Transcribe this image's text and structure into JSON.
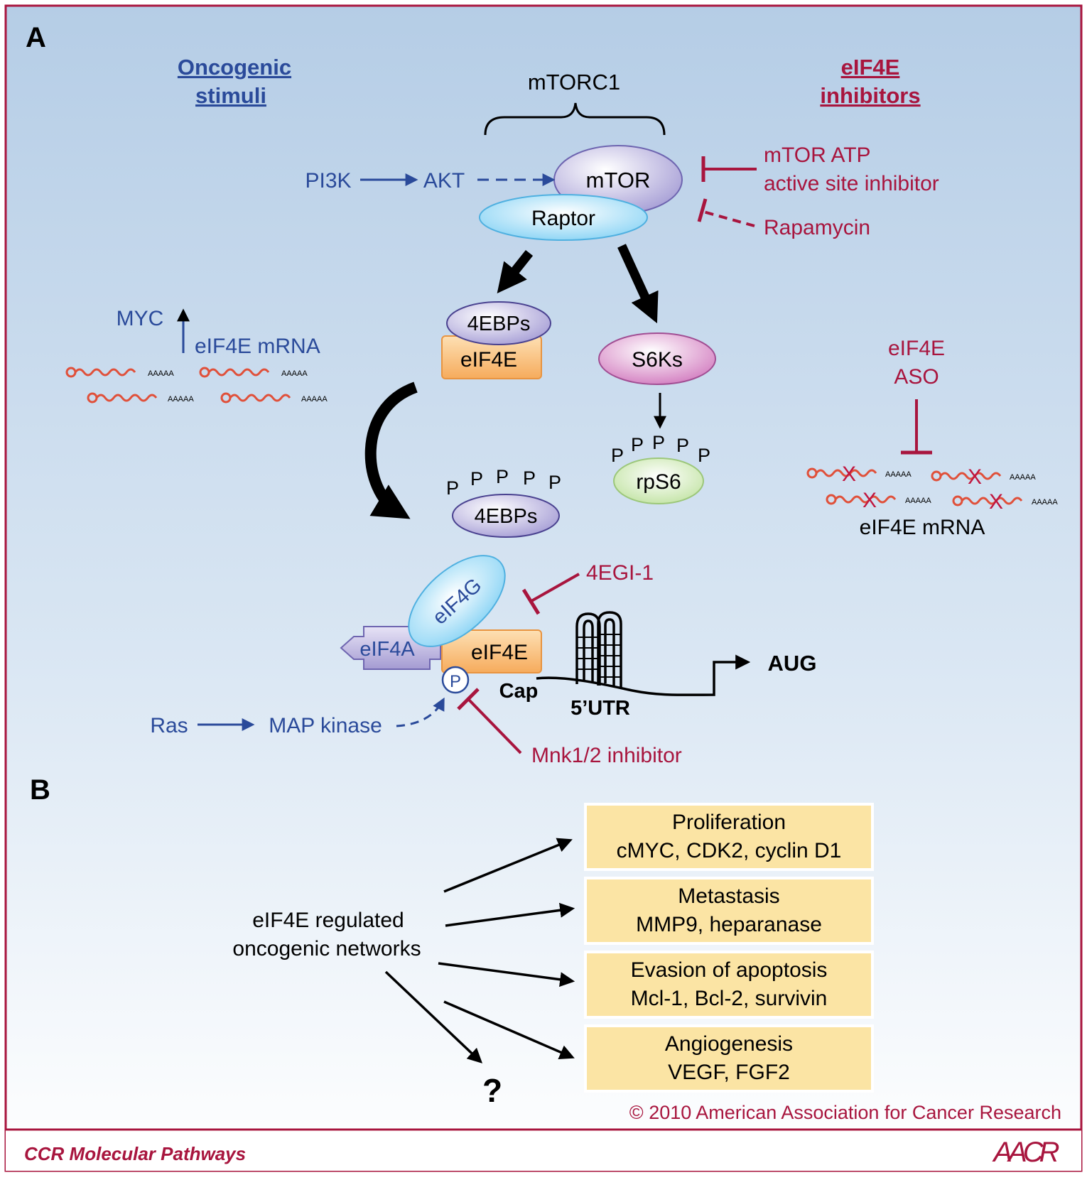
{
  "panel_a": {
    "label": "A",
    "oncogenic_title": [
      "Oncogenic",
      "stimuli"
    ],
    "inhibitors_title": [
      "eIF4E",
      "inhibitors"
    ],
    "mtorc1": "mTORC1",
    "mtor": "mTOR",
    "raptor": "Raptor",
    "pi3k": "PI3K",
    "akt": "AKT",
    "mtor_atp_inhibitor": [
      "mTOR ATP",
      "active site inhibitor"
    ],
    "rapamycin": "Rapamycin",
    "myc": "MYC",
    "eif4e_mrna_left": "eIF4E mRNA",
    "poly_a": "AAAAA",
    "fourebps": "4EBPs",
    "eif4e": "eIF4E",
    "s6ks": "S6Ks",
    "rps6": "rpS6",
    "p": "P",
    "x_mark": "X",
    "aso_label": [
      "eIF4E",
      "ASO"
    ],
    "eif4e_mrna_right": "eIF4E mRNA",
    "fouregi": "4EGI-1",
    "eif4g": "eIF4G",
    "eif4a": "eIF4A",
    "cap": "Cap",
    "utr": "5’UTR",
    "aug": "AUG",
    "ras": "Ras",
    "map_kinase": "MAP kinase",
    "mnk_inhibitor": "Mnk1/2 inhibitor"
  },
  "panel_b": {
    "label": "B",
    "source": [
      "eIF4E regulated",
      "oncogenic networks"
    ],
    "unknown": "?",
    "boxes": [
      {
        "title": "Proliferation",
        "genes": "cMYC, CDK2, cyclin D1"
      },
      {
        "title": "Metastasis",
        "genes": "MMP9, heparanase"
      },
      {
        "title": "Evasion of apoptosis",
        "genes": "Mcl-1, Bcl-2, survivin"
      },
      {
        "title": "Angiogenesis",
        "genes": "VEGF, FGF2"
      }
    ]
  },
  "footer": {
    "copyright": "© 2010 American Association for Cancer Research",
    "series": "CCR Molecular Pathways",
    "logo": "AACR"
  },
  "colors": {
    "stimulus_blue": "#2a4a9a",
    "inhibitor_red": "#a8153e",
    "frame_red": "#a8153e",
    "box_fill": "#fbe4a4",
    "eif4e_orange": "#f7b56a"
  }
}
